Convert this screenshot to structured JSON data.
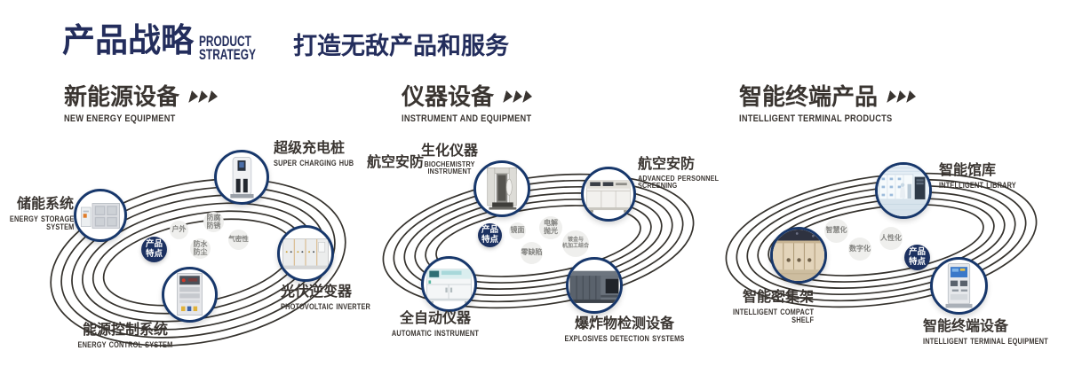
{
  "header": {
    "title_cn": "产品战略",
    "title_en": [
      "PRODUCT",
      "STRATEGY"
    ],
    "slogan": "打造无敌产品和服务"
  },
  "badge": {
    "lines": [
      "产品",
      "特点"
    ]
  },
  "sections": [
    {
      "title_cn": "新能源设备",
      "title_en": "NEW ENERGY EQUIPMENT",
      "features": [
        {
          "lines": [
            "户外"
          ]
        },
        {
          "lines": [
            "防腐",
            "防锈"
          ]
        },
        {
          "lines": [
            "防水",
            "防尘"
          ]
        },
        {
          "lines": [
            "气密性"
          ]
        }
      ],
      "products": [
        {
          "name_cn": "储能系统",
          "name_en": [
            "ENERGY STORAGE",
            "SYSTEM"
          ]
        },
        {
          "name_cn": "超级充电桩",
          "name_en": [
            "SUPER CHARGING HUB"
          ]
        },
        {
          "name_cn": "光伏逆变器",
          "name_en": [
            "PHOTOVOLTAIC INVERTER"
          ]
        },
        {
          "name_cn": "能源控制系统",
          "name_en": [
            "ENERGY CONTROL SYSTEM"
          ]
        }
      ]
    },
    {
      "title_cn": "仪器设备",
      "title_en": "INSTRUMENT AND EQUIPMENT",
      "features": [
        {
          "lines": [
            "镜面"
          ]
        },
        {
          "lines": [
            "电解",
            "抛光"
          ]
        },
        {
          "lines": [
            "零缺陷"
          ]
        },
        {
          "lines": [
            "镀金与",
            "机加工结合"
          ]
        }
      ],
      "products": [
        {
          "name_cn": "航空安防",
          "name_en": []
        },
        {
          "name_cn": "生化仪器",
          "name_en": [
            "BIOCHEMISTRY",
            "INSTRUMENT"
          ]
        },
        {
          "name_cn": "航空安防",
          "name_en": [
            "ADVANCED PERSONNEL",
            "SCREENING"
          ]
        },
        {
          "name_cn": "全自动仪器",
          "name_en": [
            "AUTOMATIC INSTRUMENT"
          ]
        },
        {
          "name_cn": "爆炸物检测设备",
          "name_en": [
            "EXPLOSIVES DETECTION SYSTEMS"
          ]
        }
      ]
    },
    {
      "title_cn": "智能终端产品",
      "title_en": "INTELLIGENT TERMINAL PRODUCTS",
      "features": [
        {
          "lines": [
            "智慧化"
          ]
        },
        {
          "lines": [
            "人性化"
          ]
        },
        {
          "lines": [
            "数字化"
          ]
        }
      ],
      "products": [
        {
          "name_cn": "智能馆库",
          "name_en": [
            "INTELLIGENT LIBRARY"
          ]
        },
        {
          "name_cn": "智能密集架",
          "name_en": [
            "INTELLIGENT COMPACT",
            "SHELF"
          ]
        },
        {
          "name_cn": "智能终端设备",
          "name_en": [
            "INTELLIGENT TERMINAL EQUIPMENT"
          ]
        }
      ]
    }
  ],
  "colors": {
    "navy": "#232d5c",
    "heading": "#3a3531",
    "ring": "#35322d",
    "circle_border": "#17376b",
    "badge_bg": "#1c3161",
    "bubble_bg": "#efefed",
    "bubble_text": "#82827f"
  }
}
